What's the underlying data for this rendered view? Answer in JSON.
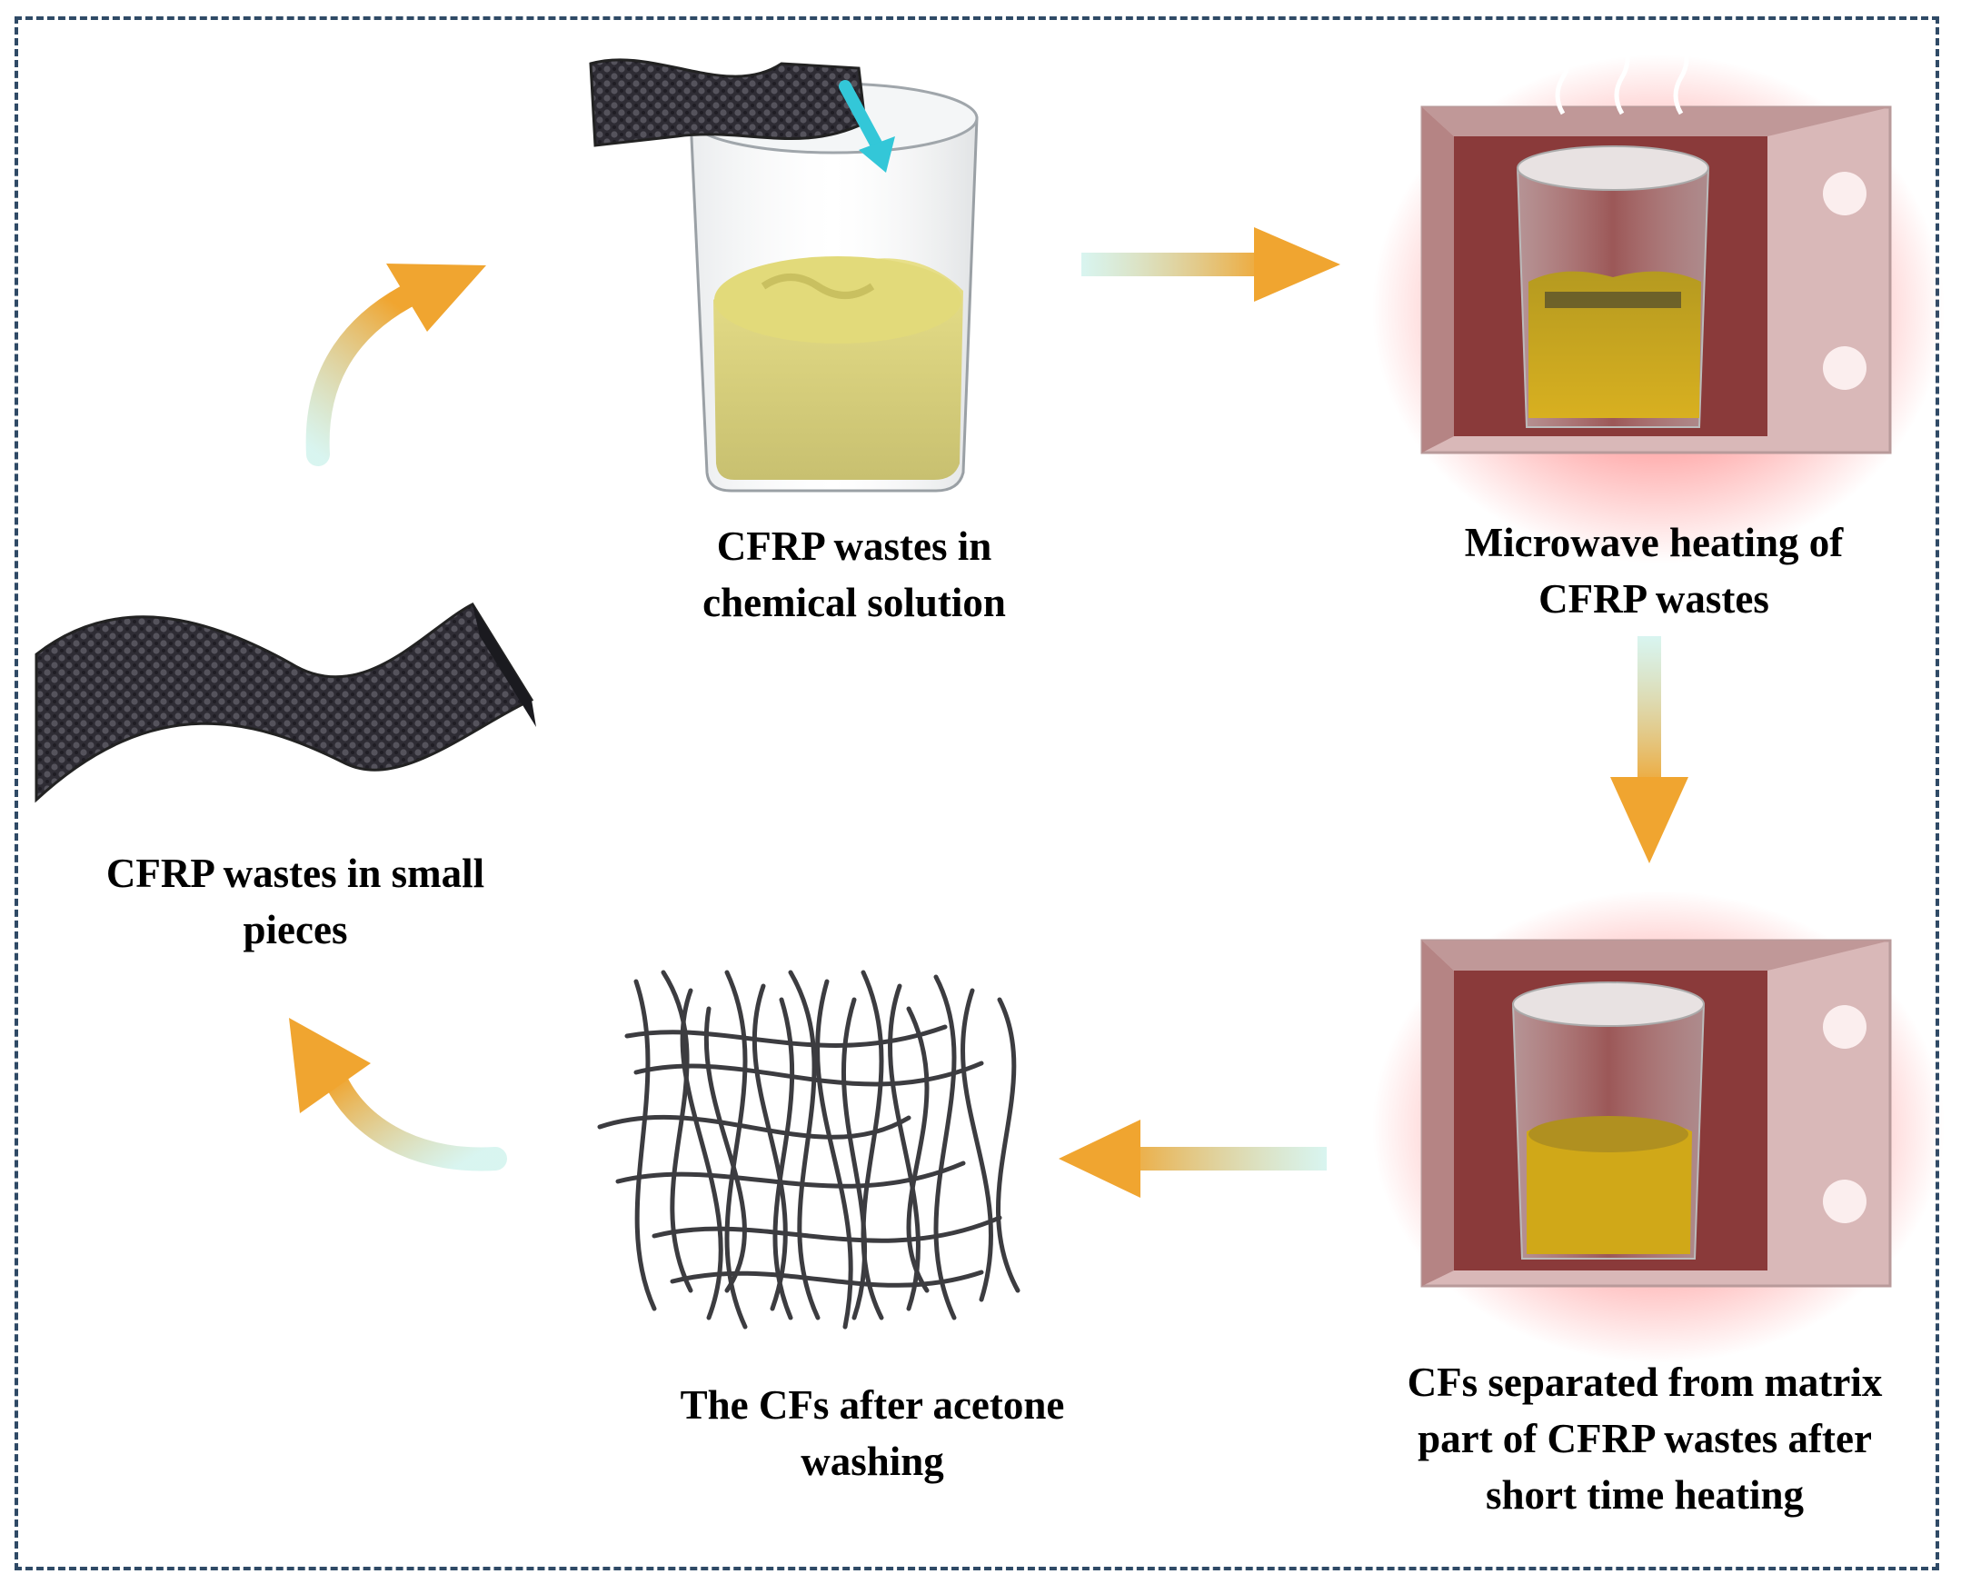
{
  "steps": {
    "pieces": {
      "label": "CFRP wastes in small\npieces"
    },
    "solution": {
      "label": "CFRP wastes in\nchemical solution"
    },
    "micro1": {
      "label": "Microwave heating of\nCFRP wastes"
    },
    "micro2": {
      "label": "CFs separated from matrix\npart of CFRP wastes after\nshort time heating"
    },
    "fibers": {
      "label": "The CFs after acetone\nwashing"
    }
  },
  "colors": {
    "frame": "#2f4a66",
    "arrow_start": "#a8e4d8",
    "arrow_end": "#f0a530",
    "fiber": "#3c3c40",
    "solution": "#d8d070",
    "oven_glow": "#ff8080",
    "oven_inner": "#8a3a3a"
  }
}
